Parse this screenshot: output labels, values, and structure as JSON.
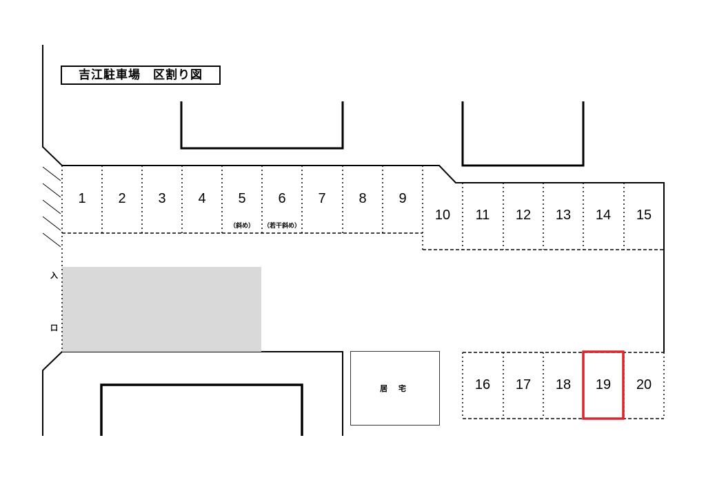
{
  "title": "吉江駐車場　区割り図",
  "spots": [
    "1",
    "2",
    "3",
    "4",
    "5",
    "6",
    "7",
    "8",
    "9",
    "10",
    "11",
    "12",
    "13",
    "14",
    "15",
    "16",
    "17",
    "18",
    "19",
    "20"
  ],
  "notes": {
    "spot5": "（斜め）",
    "spot6": "（若干斜め）"
  },
  "entrance": {
    "char1": "入",
    "char2": "口"
  },
  "house_label": "居 宅",
  "highlighted_spot": "19",
  "colors": {
    "highlight": "#d9262c",
    "blocked_area": "#d9d9d9"
  }
}
